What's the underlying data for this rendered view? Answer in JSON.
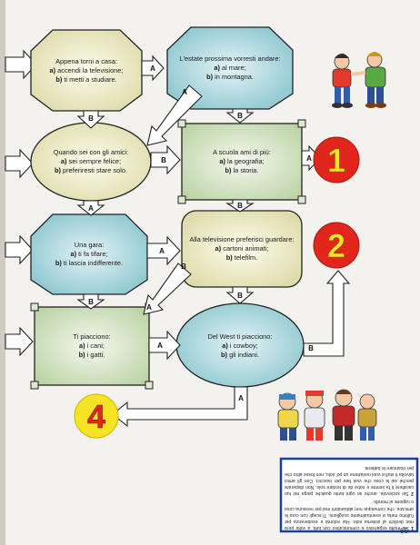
{
  "nodes": {
    "n1": {
      "text": "Appena torni a casa:",
      "a": "a)",
      "a_text": " accendi la televisione;",
      "b": "b)",
      "b_text": " ti metti a studiare."
    },
    "n2": {
      "text": "L'estate prossima vorresti andare:",
      "a": "a)",
      "a_text": " al mare;",
      "b": "b)",
      "b_text": " in montagna."
    },
    "n3": {
      "text": "Quando sei con gli amici:",
      "a": "a)",
      "a_text": " sei sempre felice;",
      "b": "b)",
      "b_text": " preferiresti stare solo."
    },
    "n4": {
      "text": "A scuola ami di più:",
      "a": "a)",
      "a_text": " la geografia;",
      "b": "b)",
      "b_text": " la storia."
    },
    "n5": {
      "text": "Una gara:",
      "a": "a)",
      "a_text": " ti fa tifare;",
      "b": "b)",
      "b_text": " ti lascia indifferente."
    },
    "n6": {
      "text": "Alla televisione preferisci guardare:",
      "a": "a)",
      "a_text": " cartoni animati;",
      "b": "b)",
      "b_text": " telefilm."
    },
    "n7": {
      "text": "Ti piacciono:",
      "a": "a)",
      "a_text": " i cani;",
      "b": "b)",
      "b_text": " i gatti."
    },
    "n8": {
      "text": "Del West ti piacciono:",
      "a": "a)",
      "a_text": " i cowboy;",
      "b": "b)",
      "b_text": " gli indiani."
    }
  },
  "labels": {
    "a": "A",
    "b": "B"
  },
  "results": {
    "one": "1",
    "two": "2",
    "four": "4"
  },
  "answer_box": {
    "para1_num": "1",
    "para1": "Sei molto espansivo e comunicativo con tutti, a volte però non dedichi al sistema solo. Hai volontà e esuberanza per l'ultimo meta vi eventualmente scegliersi. Ti scegli con cura le amicizie, che comunque non abbandoni mai per nessuna cosa o ragione al mondo.",
    "para2_num": "2",
    "para2": "Sei socievole, anche se ogni tanto qualche piega nel tuo carattere ti fa sentire e notre de di restare solo. Non disperare perché sai le cose che vuoi fare per riuscirci. Con gli amici talvolta ti stufi e vuoi restartene un po' solo, non fosse altro che per ricaricare le batterie."
  },
  "page_number": "65",
  "colors": {
    "yellow_node": "#f6f6d6",
    "blue_node": "#c5e6ea",
    "green_node": "#e5efd9",
    "result_red": "#e2261b",
    "result_yellow": "#f6e323"
  }
}
